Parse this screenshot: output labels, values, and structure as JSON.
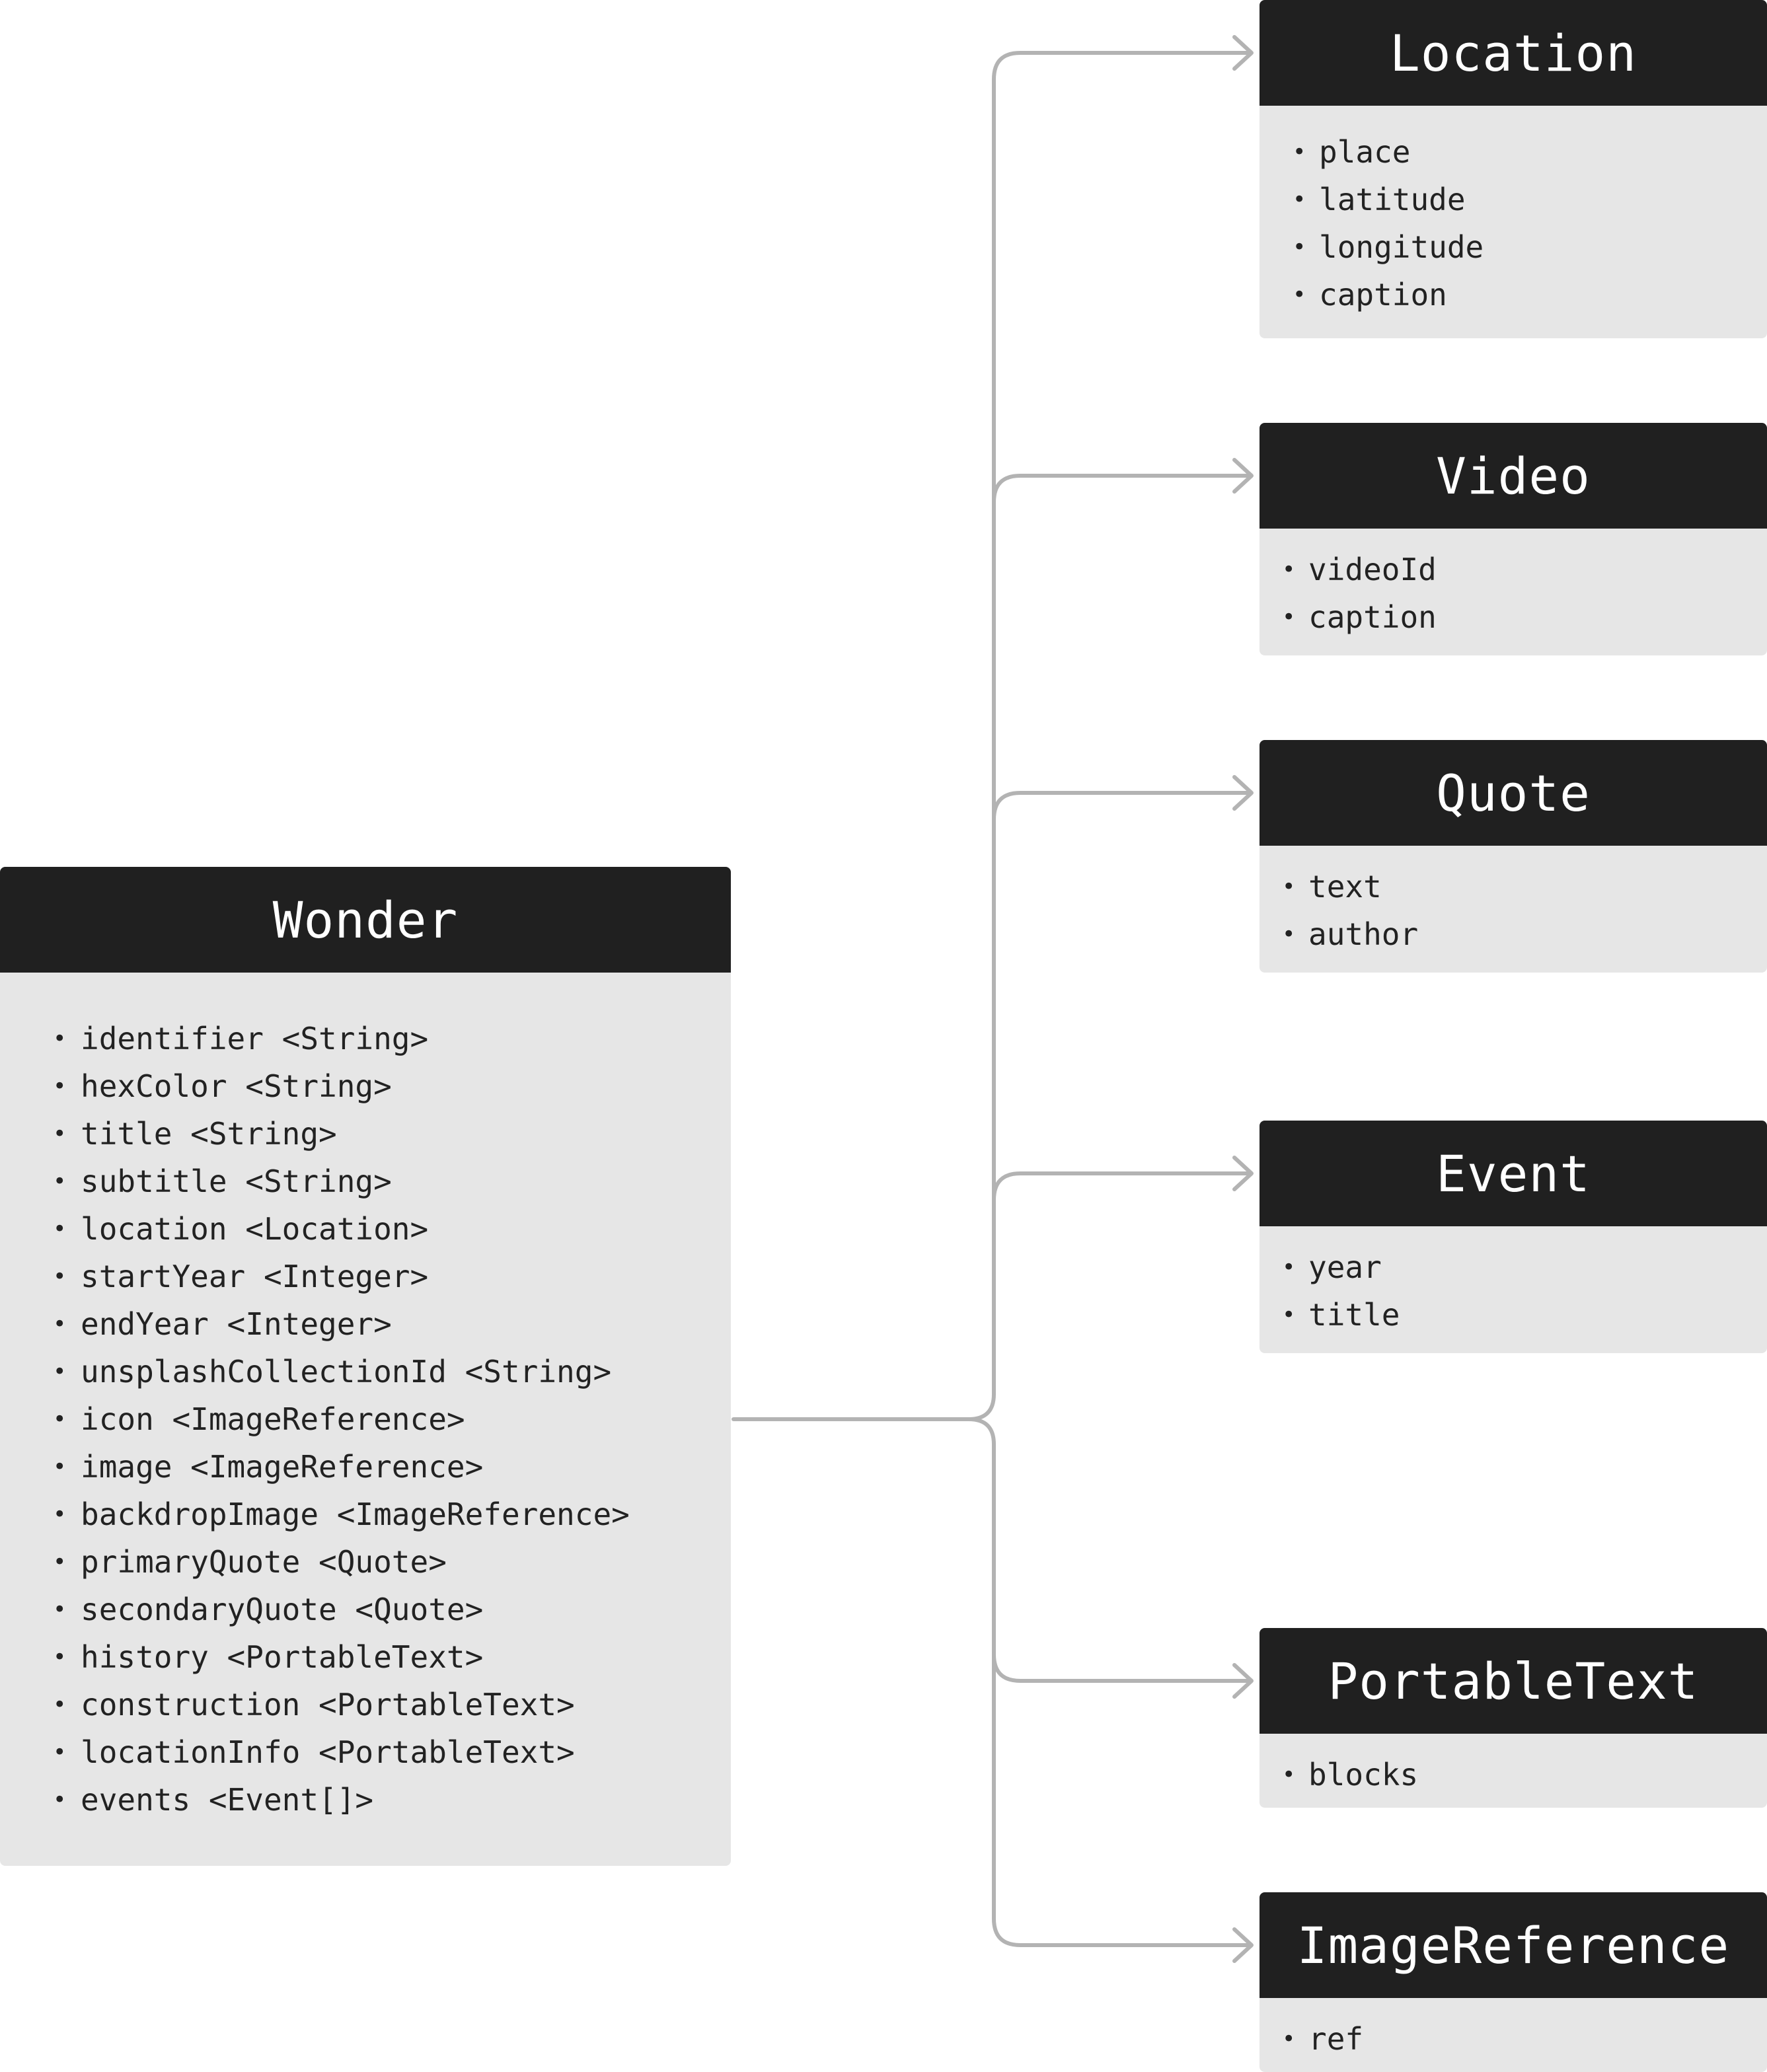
{
  "colors": {
    "header_bg": "#202020",
    "header_text": "#ffffff",
    "body_bg": "#e6e6e6",
    "field_text": "#222222",
    "connector": "#b3b3b3"
  },
  "wonder": {
    "title": "Wonder",
    "fields": [
      "identifier <String>",
      "hexColor <String>",
      "title <String>",
      "subtitle <String>",
      "location <Location>",
      "startYear <Integer>",
      "endYear <Integer>",
      "unsplashCollectionId <String>",
      "icon <ImageReference>",
      "image <ImageReference>",
      "backdropImage <ImageReference>",
      "primaryQuote <Quote>",
      "secondaryQuote <Quote>",
      "history <PortableText>",
      "construction <PortableText>",
      "locationInfo <PortableText>",
      "events <Event[]>"
    ]
  },
  "location": {
    "title": "Location",
    "fields": [
      "place",
      "latitude",
      "longitude",
      "caption"
    ]
  },
  "video": {
    "title": "Video",
    "fields": [
      "videoId",
      "caption"
    ]
  },
  "quote": {
    "title": "Quote",
    "fields": [
      "text",
      "author"
    ]
  },
  "event": {
    "title": "Event",
    "fields": [
      "year",
      "title"
    ]
  },
  "portabletext": {
    "title": "PortableText",
    "fields": [
      "blocks"
    ]
  },
  "imagereference": {
    "title": "ImageReference",
    "fields": [
      "ref"
    ]
  }
}
